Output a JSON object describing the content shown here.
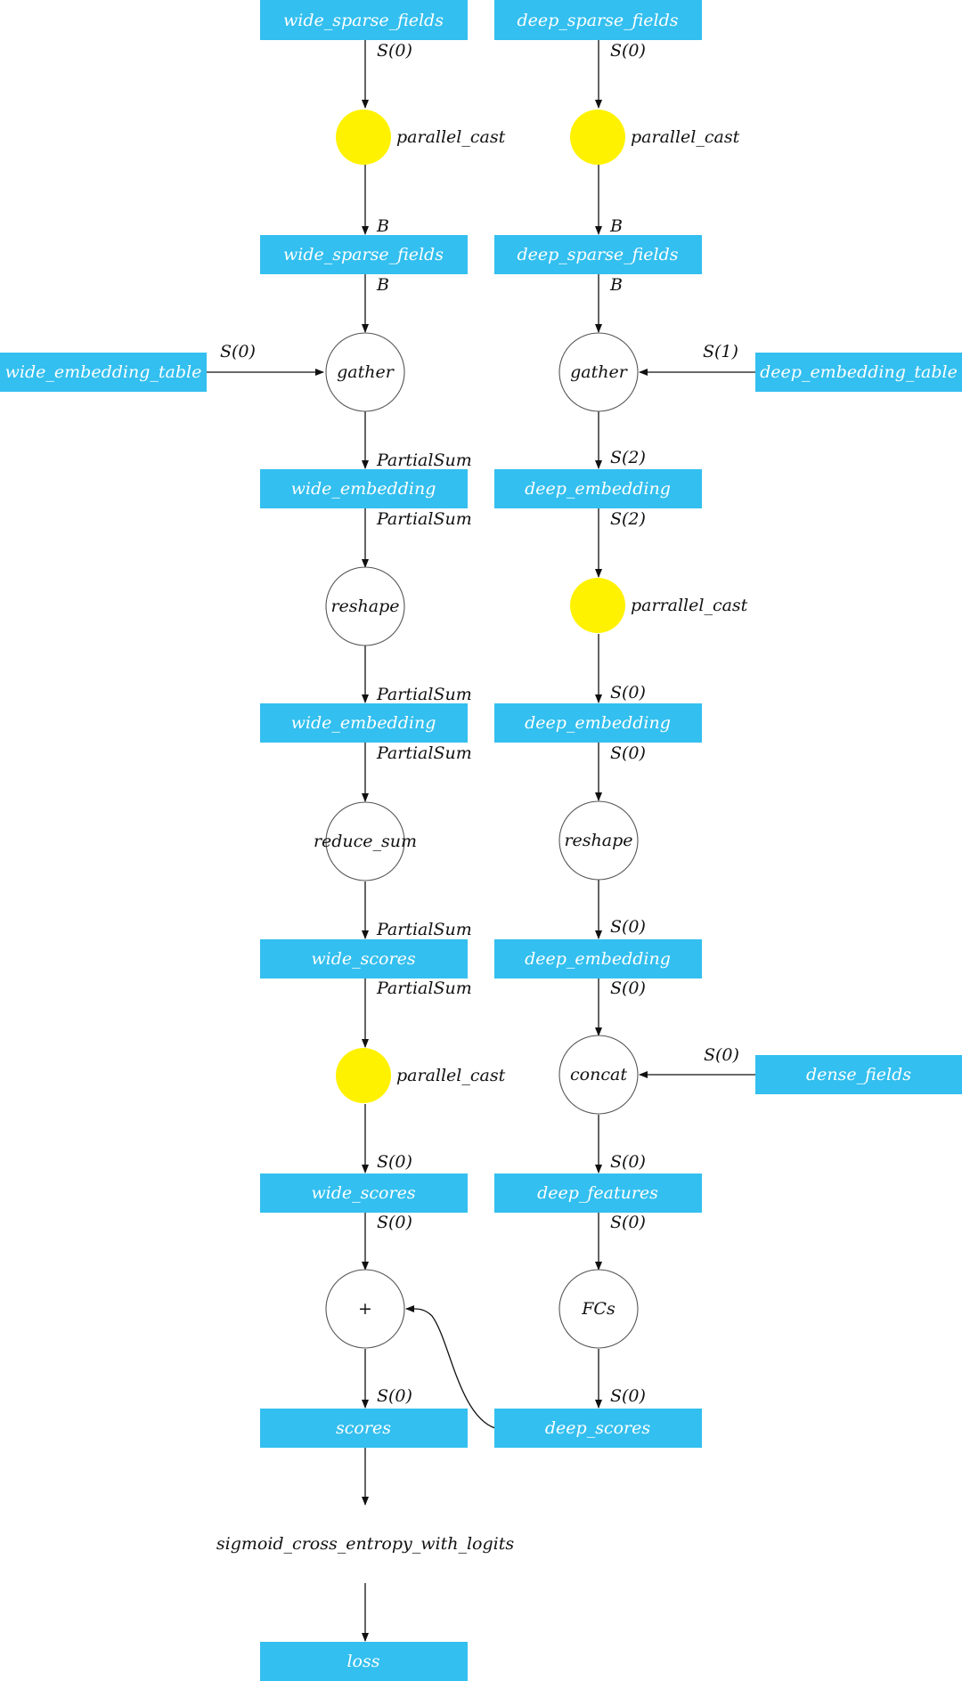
{
  "colors": {
    "tensor_box": "#33bfef",
    "parallel_cast": "#fff200",
    "op_node_fill": "#ffffff"
  },
  "tensors": {
    "wide_sparse_fields_in": "wide_sparse_fields",
    "deep_sparse_fields_in": "deep_sparse_fields",
    "wide_sparse_fields_b": "wide_sparse_fields",
    "deep_sparse_fields_b": "deep_sparse_fields",
    "wide_embedding_table": "wide_embedding_table",
    "deep_embedding_table": "deep_embedding_table",
    "wide_embedding_1": "wide_embedding",
    "deep_embedding_1": "deep_embedding",
    "wide_embedding_2": "wide_embedding",
    "deep_embedding_2": "deep_embedding",
    "wide_scores_1": "wide_scores",
    "deep_embedding_3": "deep_embedding",
    "dense_fields": "dense_fields",
    "wide_scores_2": "wide_scores",
    "deep_features": "deep_features",
    "scores": "scores",
    "deep_scores": "deep_scores",
    "loss": "loss"
  },
  "ops": {
    "wide_cast_1": "parallel_cast",
    "deep_cast_1": "parallel_cast",
    "wide_gather": "gather",
    "deep_gather": "gather",
    "wide_reshape": "reshape",
    "deep_cast_2": "parrallel_cast",
    "wide_reduce_sum": "reduce_sum",
    "deep_reshape": "reshape",
    "wide_cast_2": "parallel_cast",
    "concat": "concat",
    "add": "+",
    "fcs": "FCs",
    "loss_op": "sigmoid_cross_entropy_with_logits"
  },
  "edge_labels": {
    "w1": "S(0)",
    "d1": "S(0)",
    "w2": "B",
    "d2": "B",
    "w3": "B",
    "d3": "B",
    "wtable": "S(0)",
    "dtable": "S(1)",
    "w4": "PartialSum",
    "d4": "S(2)",
    "w5": "PartialSum",
    "d5": "S(2)",
    "w6": "PartialSum",
    "d6": "S(0)",
    "w7": "PartialSum",
    "d7": "S(0)",
    "w8": "PartialSum",
    "d8": "S(0)",
    "w9": "PartialSum",
    "d9": "S(0)",
    "dense": "S(0)",
    "w10": "S(0)",
    "d10": "S(0)",
    "w11": "S(0)",
    "d11": "S(0)",
    "w12": "S(0)",
    "d12": "S(0)"
  }
}
